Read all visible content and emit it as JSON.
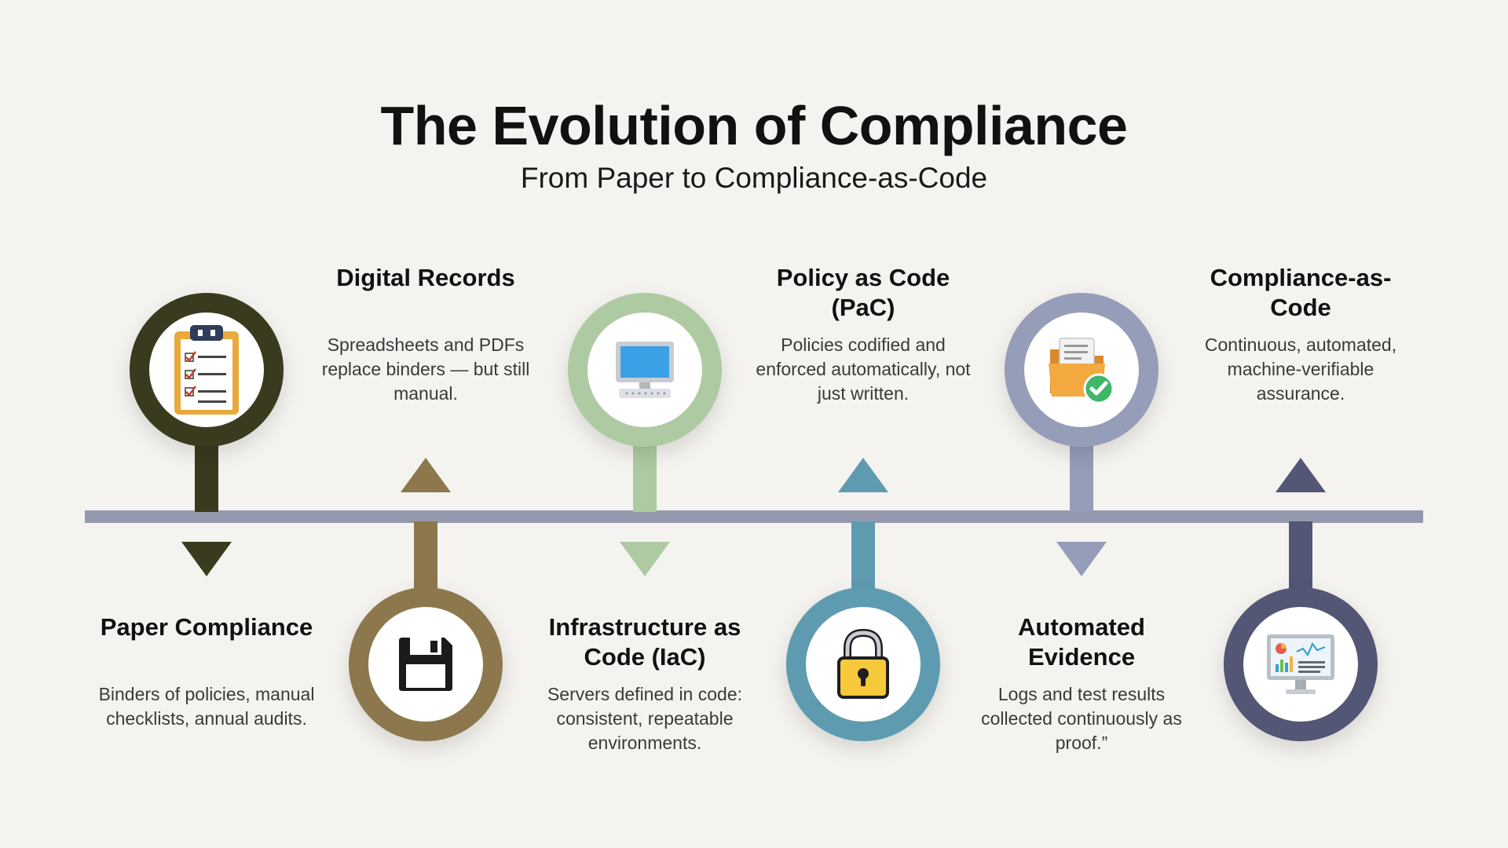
{
  "header": {
    "title": "The Evolution of Compliance",
    "subtitle": "From Paper to Compliance-as-Code"
  },
  "stages": [
    {
      "title": "Paper Compliance",
      "description": "Binders of policies, manual checklists, annual audits.",
      "icon": "clipboard-checklist-icon",
      "color": "#3a3a1f"
    },
    {
      "title": "Digital Records",
      "description": "Spreadsheets and PDFs replace binders — but still manual.",
      "icon": "floppy-disk-icon",
      "color": "#8c784c"
    },
    {
      "title": "Infrastructure as Code (IaC)",
      "description": "Servers defined in code: consistent, repeatable environments.",
      "icon": "desktop-computer-icon",
      "color": "#aecaa2"
    },
    {
      "title": "Policy as Code (PaC)",
      "description": "Policies codified and enforced automatically, not just written.",
      "icon": "padlock-icon",
      "color": "#5f9bb0"
    },
    {
      "title": "Automated Evidence",
      "description": "Logs and test results collected continuously as proof.”",
      "icon": "folder-checkmark-icon",
      "color": "#969db8"
    },
    {
      "title": "Compliance-as-Code",
      "description": "Continuous, automated, machine-verifiable assurance.",
      "icon": "dashboard-monitor-icon",
      "color": "#545676"
    }
  ]
}
